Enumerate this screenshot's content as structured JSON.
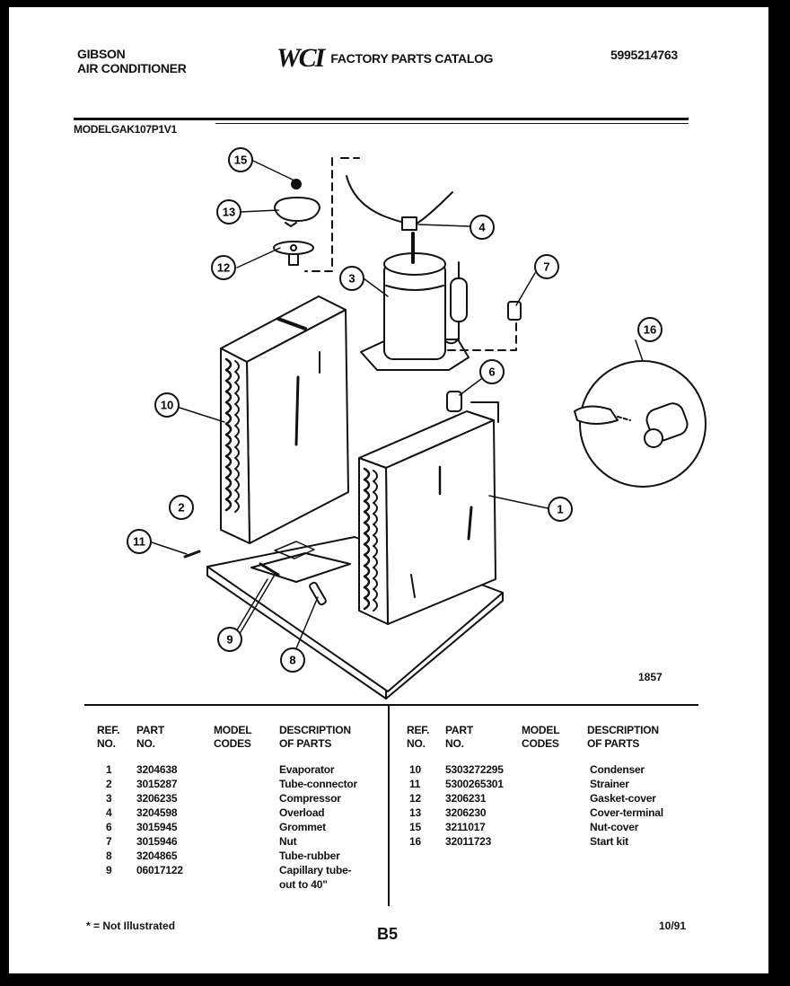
{
  "header": {
    "brand": "GIBSON",
    "product": "AIR CONDITIONER",
    "logo": "WCI",
    "catalog": "FACTORY PARTS CATALOG",
    "catalog_number": "5995214763",
    "model_line": "MODELGAK107P1V1"
  },
  "figure_number": "1857",
  "callouts": [
    "1",
    "2",
    "3",
    "4",
    "6",
    "7",
    "8",
    "9",
    "10",
    "11",
    "12",
    "13",
    "15",
    "16"
  ],
  "table": {
    "headers": {
      "ref": [
        "REF.",
        "NO."
      ],
      "part": [
        "PART",
        "NO."
      ],
      "model": [
        "MODEL",
        "CODES"
      ],
      "desc": [
        "DESCRIPTION",
        "OF PARTS"
      ]
    },
    "left": [
      {
        "ref": "1",
        "part": "3204638",
        "desc": "Evaporator"
      },
      {
        "ref": "2",
        "part": "3015287",
        "desc": "Tube-connector"
      },
      {
        "ref": "3",
        "part": "3206235",
        "desc": "Compressor"
      },
      {
        "ref": "4",
        "part": "3204598",
        "desc": "Overload"
      },
      {
        "ref": "6",
        "part": "3015945",
        "desc": "Grommet"
      },
      {
        "ref": "7",
        "part": "3015946",
        "desc": "Nut"
      },
      {
        "ref": "8",
        "part": "3204865",
        "desc": "Tube-rubber"
      },
      {
        "ref": "9",
        "part": "06017122",
        "desc": "Capillary tube-"
      },
      {
        "ref": "",
        "part": "",
        "desc": "out to 40\""
      }
    ],
    "right": [
      {
        "ref": "10",
        "part": "5303272295",
        "desc": "Condenser"
      },
      {
        "ref": "11",
        "part": "5300265301",
        "desc": "Strainer"
      },
      {
        "ref": "12",
        "part": "3206231",
        "desc": "Gasket-cover"
      },
      {
        "ref": "13",
        "part": "3206230",
        "desc": "Cover-terminal"
      },
      {
        "ref": "15",
        "part": "3211017",
        "desc": "Nut-cover"
      },
      {
        "ref": "16",
        "part": "32011723",
        "desc": "Start kit"
      }
    ]
  },
  "footer": {
    "note": "* = Not Illustrated",
    "page_code": "B5",
    "date": "10/91"
  }
}
